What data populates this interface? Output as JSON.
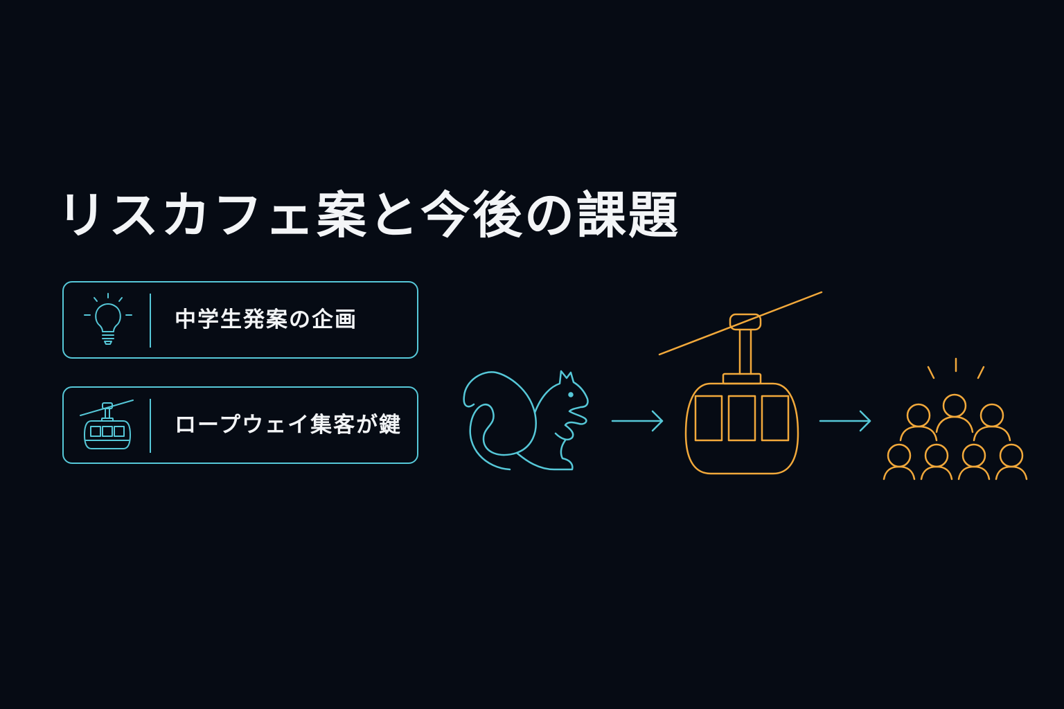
{
  "title": "リスカフェ案と今後の課題",
  "cards": [
    {
      "label": "中学生発案の企画",
      "icon": "lightbulb-icon"
    },
    {
      "label": "ロープウェイ集客が鍵",
      "icon": "ropeway-gondola-icon"
    }
  ],
  "flow": {
    "steps": [
      "squirrel-icon",
      "ropeway-gondola-icon",
      "crowd-icon"
    ],
    "connectors": [
      "arrow-right-icon",
      "arrow-right-icon"
    ]
  },
  "colors": {
    "background": "#060b14",
    "text": "#f3f5f7",
    "accent_cyan": "#56c8d8",
    "accent_orange": "#f2a93b"
  }
}
